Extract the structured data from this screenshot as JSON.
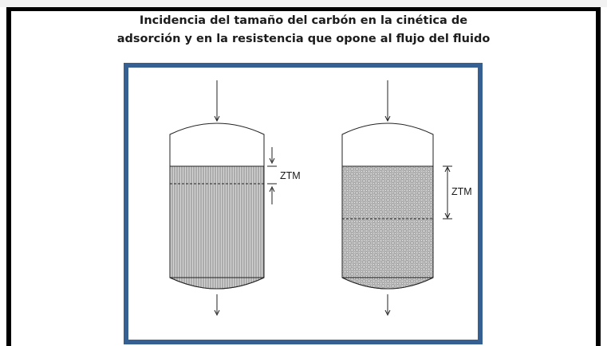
{
  "title": {
    "line1": "Incidencia del tamaño del carbón en la cinética de",
    "line2": "adsorción y en la resistencia que opone al flujo del fluido"
  },
  "diagram": {
    "left_column": {
      "zone_label": "ZTM",
      "packing": "fine-vertical-lines"
    },
    "right_column": {
      "zone_label": "ZTM",
      "packing": "granular-dots"
    }
  },
  "colors": {
    "frame_border": "#376092",
    "packing_fill": "#b8b8b8",
    "outer_frame": "#000000"
  }
}
